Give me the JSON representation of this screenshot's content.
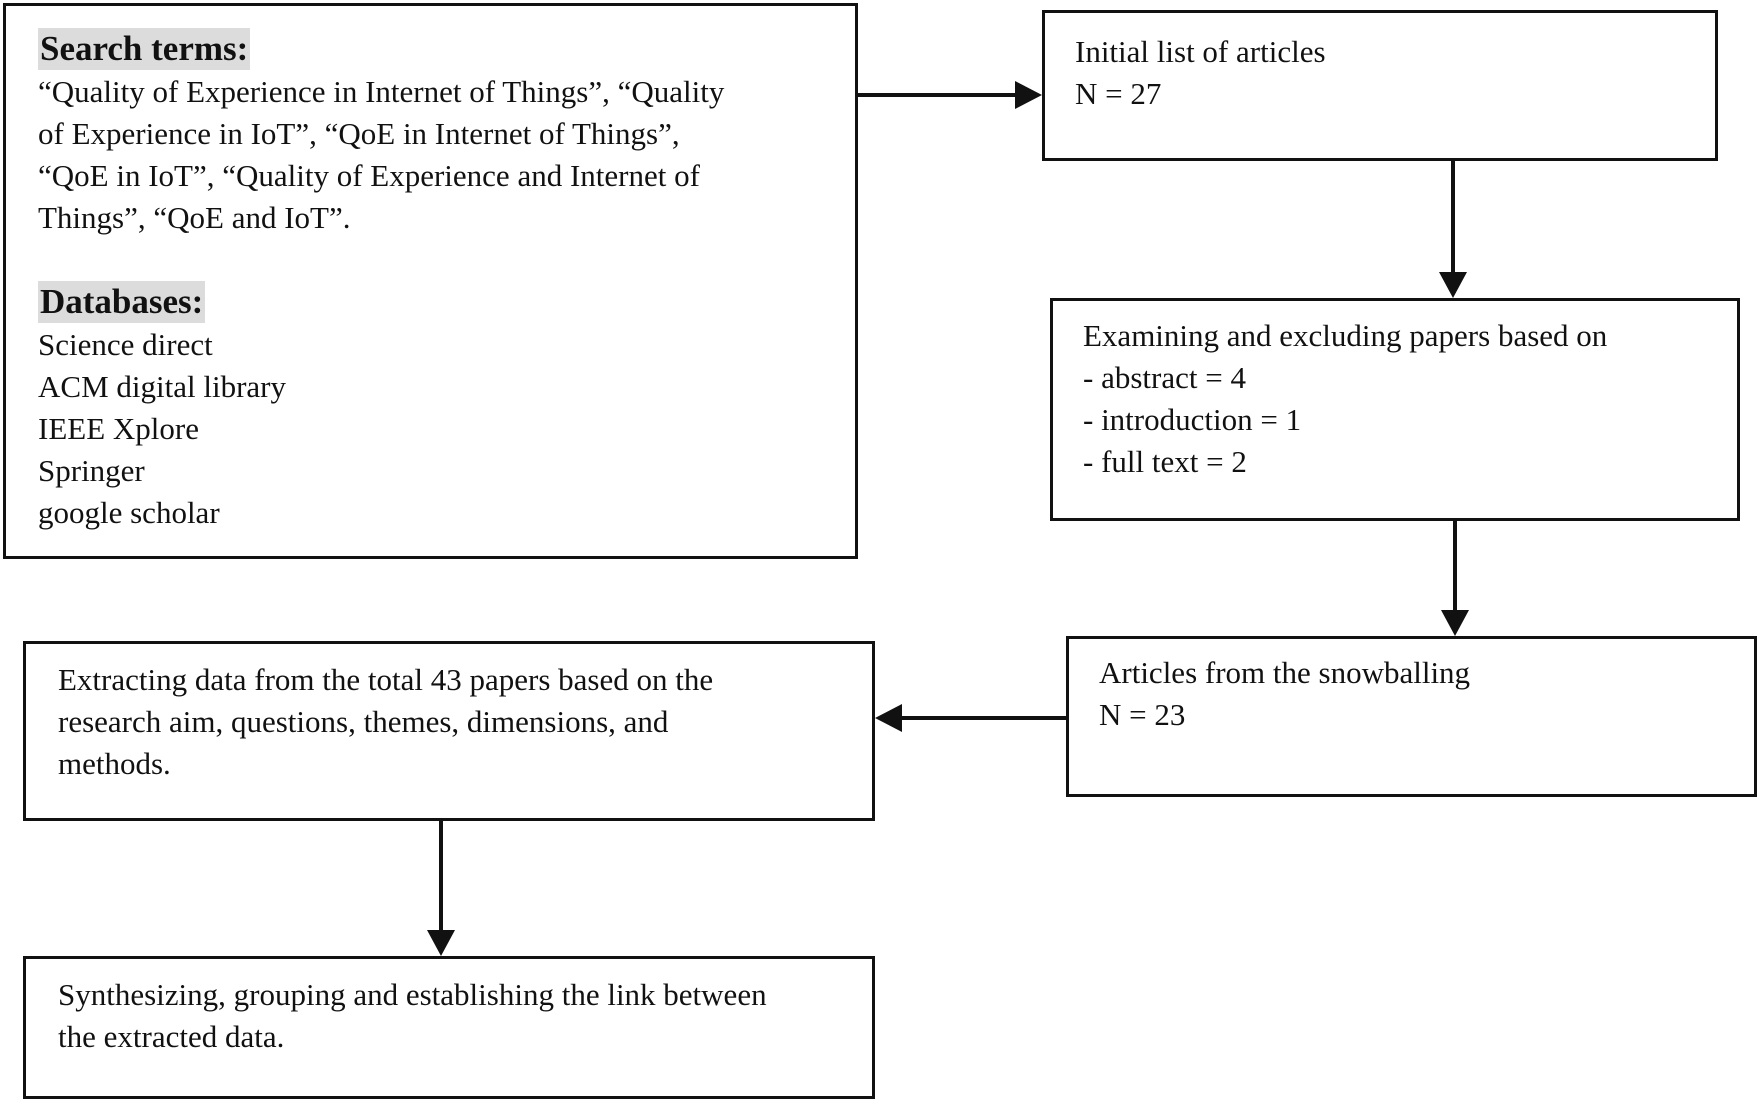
{
  "search_box": {
    "heading": "Search terms:",
    "lines": [
      "“Quality of Experience in Internet of Things”, “Quality",
      "of Experience in IoT”, “QoE in Internet of Things”,",
      "“QoE in IoT”, “Quality of Experience and Internet of",
      "Things”, “QoE and IoT”."
    ],
    "databases_heading": "Databases:",
    "databases": [
      "Science direct",
      "ACM digital library",
      "IEEE Xplore",
      "Springer",
      "google scholar"
    ]
  },
  "initial_box": {
    "lines": [
      "Initial list of articles",
      "N = 27"
    ]
  },
  "examining_box": {
    "lines": [
      "Examining and excluding papers based on",
      "- abstract = 4",
      "- introduction = 1",
      "- full text = 2"
    ]
  },
  "snowball_box": {
    "lines": [
      "Articles from the snowballing",
      "N = 23"
    ]
  },
  "extract_box": {
    "lines": [
      "Extracting data from the total 43 papers based on the",
      "research aim, questions, themes, dimensions, and",
      "methods."
    ]
  },
  "synth_box": {
    "lines": [
      "Synthesizing, grouping and establishing the link between",
      "the extracted data."
    ]
  }
}
